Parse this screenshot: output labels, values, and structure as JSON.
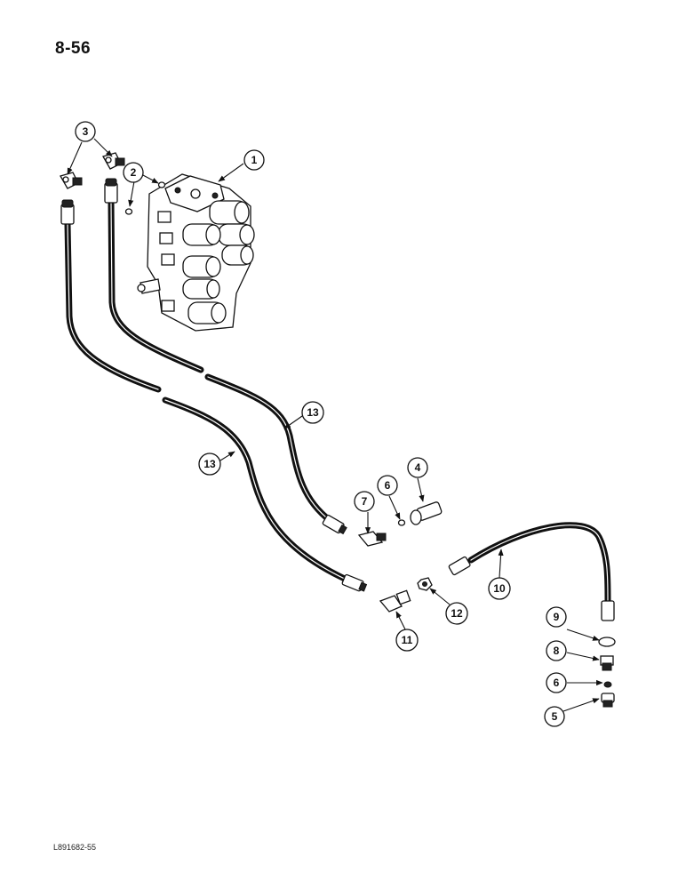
{
  "page": {
    "number": "8-56",
    "figure_code": "L891682-55"
  },
  "callouts": {
    "c1": "1",
    "c2": "2",
    "c3": "3",
    "c4": "4",
    "c5": "5",
    "c6a": "6",
    "c6b": "6",
    "c7": "7",
    "c8": "8",
    "c9": "9",
    "c10": "10",
    "c11": "11",
    "c12": "12",
    "c13a": "13",
    "c13b": "13"
  }
}
